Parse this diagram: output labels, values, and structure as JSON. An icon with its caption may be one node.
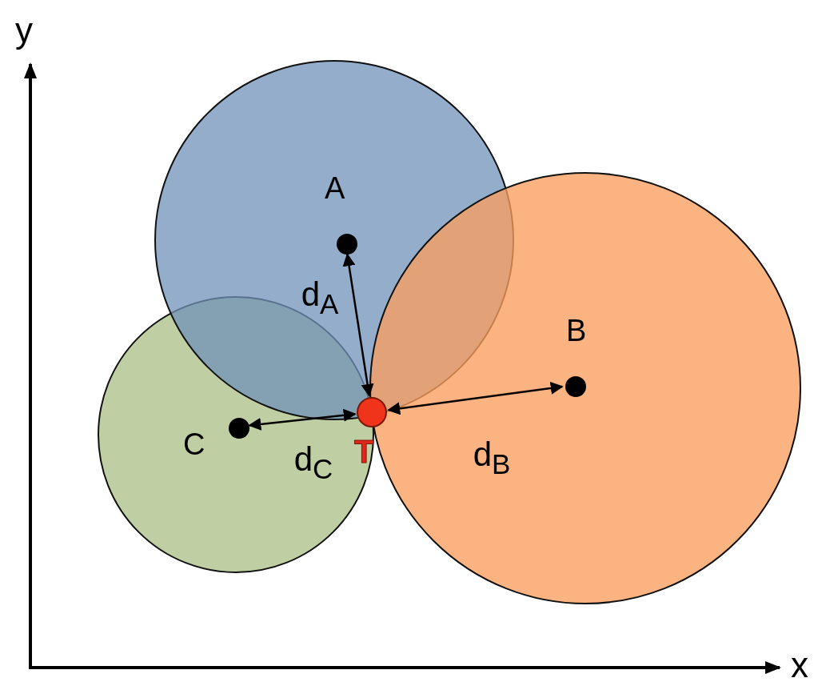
{
  "diagram": {
    "nodes": [
      {
        "text": [],
        "shape": "circle"
      },
      {
        "text": [],
        "shape": "circle",
        "beside": [
          "A"
        ],
        "in": 0
      },
      {
        "text": [],
        "shape": "circle"
      },
      {
        "text": [],
        "shape": "circle",
        "beside": [
          "B"
        ],
        "in": 2
      },
      {
        "text": [],
        "shape": "circle"
      },
      {
        "text": [],
        "shape": "circle",
        "beside": [
          "C"
        ],
        "in": 4
      },
      {
        "text": [],
        "shape": "circle",
        "beside": [
          "T"
        ]
      }
    ],
    "edges": [
      {
        "from": 6,
        "to": 1,
        "arrow": "both",
        "label": "d$_{A}$"
      },
      {
        "from": 6,
        "to": 3,
        "arrow": "both",
        "label": "d$_{B}$"
      },
      {
        "from": 6,
        "to": 5,
        "arrow": "both",
        "label": "d$_{C}$"
      }
    ],
    "labels": [
      "y",
      "x"
    ]
  }
}
